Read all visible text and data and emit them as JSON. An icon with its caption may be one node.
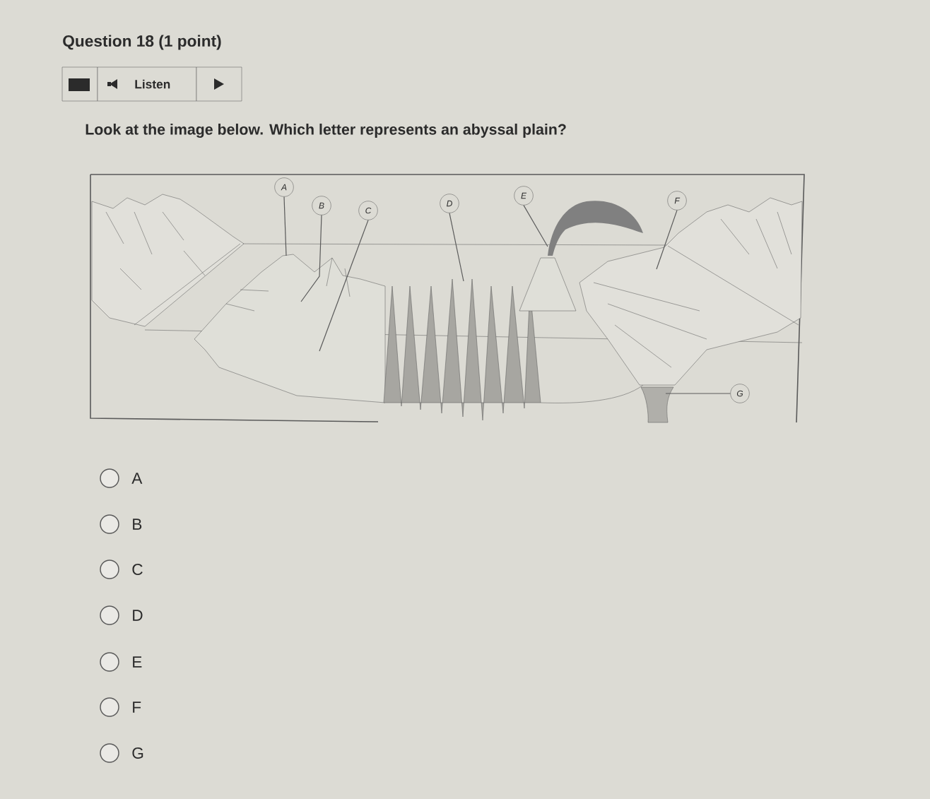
{
  "diagram": {
    "title": "Question 18 (1 point)",
    "nodes": [
      {
        "text": [
          "A"
        ]
      },
      {
        "text": [
          "B"
        ]
      },
      {
        "text": [
          "C"
        ]
      },
      {
        "text": [
          "D"
        ]
      },
      {
        "text": [
          "E"
        ]
      },
      {
        "text": [
          "F"
        ]
      },
      {
        "text": [
          "G"
        ]
      }
    ],
    "edges": [
      {
        "from": 0,
        "to": null,
        "arrow": "none"
      },
      {
        "from": 1,
        "to": null,
        "arrow": "none"
      },
      {
        "from": 2,
        "to": null,
        "arrow": "none"
      },
      {
        "from": 3,
        "to": null,
        "arrow": "none"
      },
      {
        "from": 4,
        "to": null,
        "arrow": "none"
      },
      {
        "from": 5,
        "to": null,
        "arrow": "none"
      },
      {
        "from": 6,
        "to": null,
        "arrow": "none"
      }
    ],
    "labels": [
      "Listen",
      "Look at the image below. Which letter represents an abyssal plain?",
      "A",
      "B",
      "C",
      "D",
      "E",
      "F",
      "G"
    ]
  }
}
